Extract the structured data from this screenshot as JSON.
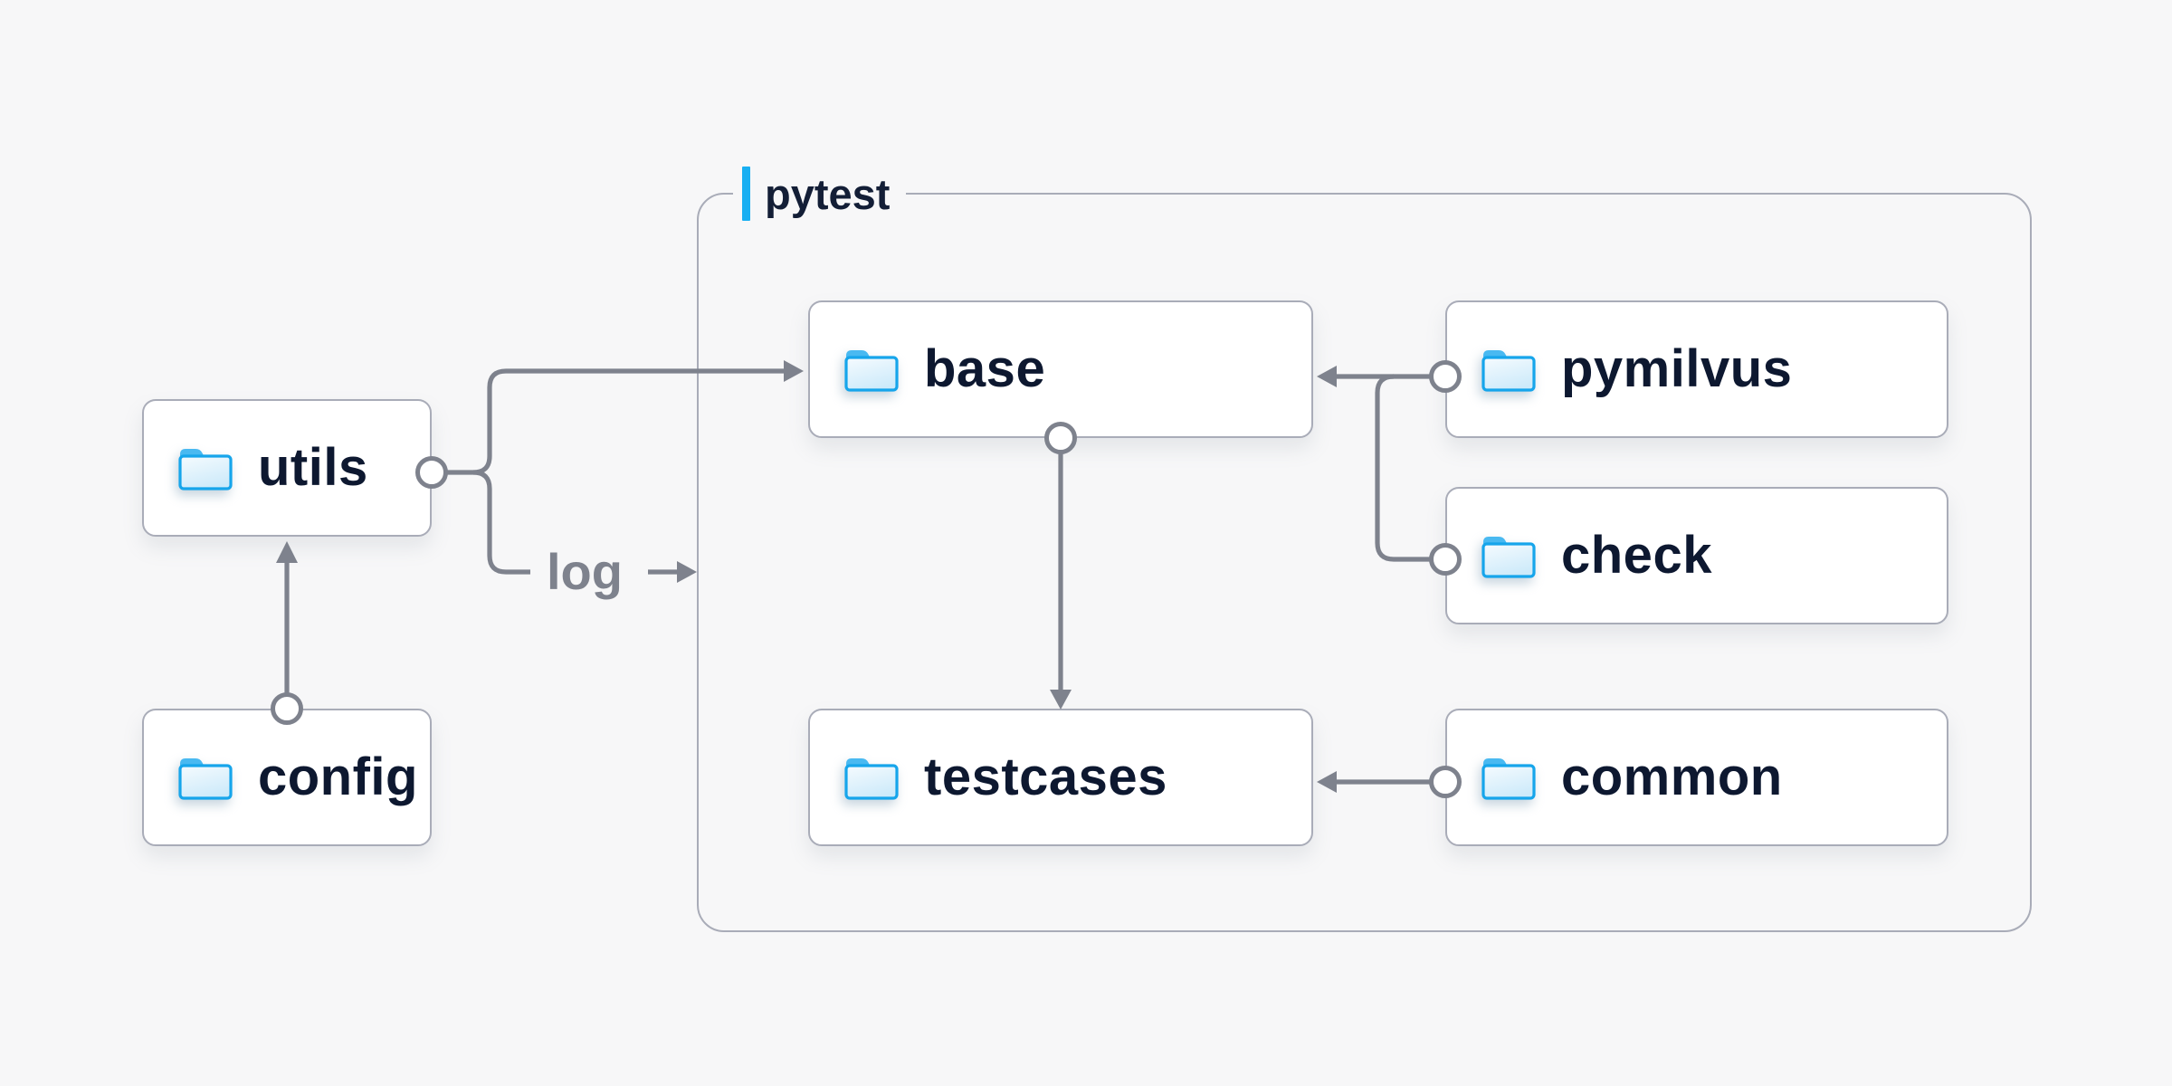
{
  "diagram": {
    "background_color": "#f7f7f8",
    "group": {
      "label": "pytest",
      "accent_color": "#18aff2",
      "border_color": "#a9acb8"
    },
    "edge_label": "log",
    "nodes": {
      "utils": {
        "label": "utils",
        "icon": "folder-icon"
      },
      "config": {
        "label": "config",
        "icon": "folder-icon"
      },
      "base": {
        "label": "base",
        "icon": "folder-icon"
      },
      "pymilvus": {
        "label": "pymilvus",
        "icon": "folder-icon"
      },
      "check": {
        "label": "check",
        "icon": "folder-icon"
      },
      "testcases": {
        "label": "testcases",
        "icon": "folder-icon"
      },
      "common": {
        "label": "common",
        "icon": "folder-icon"
      }
    },
    "edges": [
      {
        "from": "config",
        "to": "utils"
      },
      {
        "from": "utils",
        "to": "base"
      },
      {
        "from": "utils",
        "to": "log",
        "label": "log"
      },
      {
        "from": "pymilvus",
        "to": "base"
      },
      {
        "from": "check",
        "to": "base"
      },
      {
        "from": "base",
        "to": "testcases"
      },
      {
        "from": "common",
        "to": "testcases"
      }
    ],
    "colors": {
      "line": "#7e828d",
      "node_border": "#a9acb8",
      "node_background": "#ffffff",
      "label_text": "#0d1830",
      "accent_blue": "#18aff2",
      "folder_stroke": "#16a5eb",
      "folder_tab": "#49b9f1"
    }
  }
}
